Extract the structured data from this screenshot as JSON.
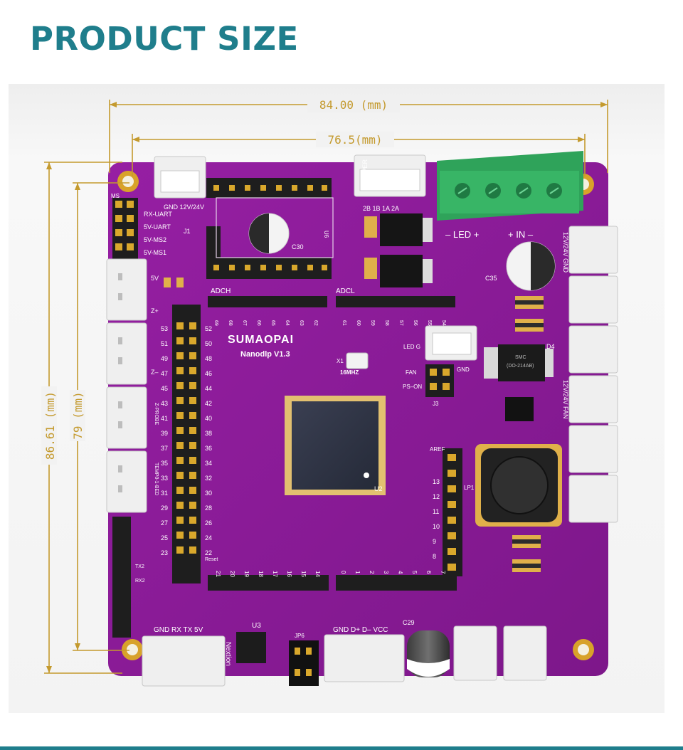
{
  "page": {
    "title": "PRODUCT SIZE"
  },
  "dimensions": {
    "width_outer": "84.00 (mm)",
    "width_inner": "76.5(mm)",
    "height_outer": "86.61 (mm)",
    "height_inner": "79 (mm)"
  },
  "board": {
    "brand": "SUMAOPAI",
    "model": "Nanodlp V1.3",
    "crystal": "16MHZ",
    "labels": {
      "ms": "MS",
      "rx_uart": "RX-UART",
      "v5_uart": "5V-UART",
      "v5_ms2": "5V-MS2",
      "v5_ms1": "5V-MS1",
      "gnd_power": "GND 12V/24V",
      "stepper": "STEPPER",
      "stepper_pins": "2B 1B 1A 2A",
      "led_block": "– LED +",
      "in_block": "+ IN –",
      "adch": "ADCH",
      "adcl": "ADCL",
      "led_g": "LED G",
      "fan": "FAN",
      "ps_on": "PS–ON",
      "gnd": "GND",
      "aref": "AREF",
      "d4": "D4",
      "smc": "SMC",
      "smc_pkg": "(DO-214AB)",
      "u2": "U2",
      "u3": "U3",
      "u6": "U6",
      "j1": "J1",
      "j3": "J3",
      "jp6": "JP6",
      "x1": "X1",
      "lp1": "LP1",
      "c30": "C30",
      "c35": "C35",
      "c29": "C29",
      "uart_pins": "GND  RX  TX  5V",
      "usb_pins": "GND D+ D–  VCC",
      "nextion": "Nextion",
      "reset": "Reset",
      "z_plus": "Z+",
      "z_minus": "Z–",
      "z_probe": "Z-PROBE",
      "temp": "TEMP0-1-BED",
      "v5": "5V",
      "tx2": "TX2",
      "rx2": "RX2",
      "fan_12v": "12V/24V FAN",
      "gnd_12v": "12V/24V GND"
    },
    "left_pins": [
      "53",
      "51",
      "49",
      "47",
      "45",
      "43",
      "41",
      "39",
      "37",
      "35",
      "33",
      "31",
      "29",
      "27",
      "25",
      "23"
    ],
    "right_pins": [
      "52",
      "50",
      "48",
      "46",
      "44",
      "42",
      "40",
      "38",
      "36",
      "34",
      "32",
      "30",
      "28",
      "26",
      "24",
      "22"
    ],
    "adch_pins": [
      "69",
      "68",
      "67",
      "66",
      "65",
      "64",
      "63",
      "62"
    ],
    "adcl_pins": [
      "61",
      "60",
      "59",
      "58",
      "57",
      "56",
      "55",
      "54"
    ],
    "bottom_pins_left": [
      "21",
      "20",
      "19",
      "18",
      "17",
      "16",
      "15",
      "14"
    ],
    "bottom_pins_right": [
      "0",
      "1",
      "2",
      "3",
      "4",
      "5",
      "6",
      "7"
    ],
    "right_header_pins": [
      "13",
      "12",
      "11",
      "10",
      "9",
      "8"
    ]
  },
  "colors": {
    "accent": "#1f7e8c",
    "pcb": "#8b1a97",
    "dimension": "#c49a2e",
    "terminal": "#2fa35a"
  }
}
